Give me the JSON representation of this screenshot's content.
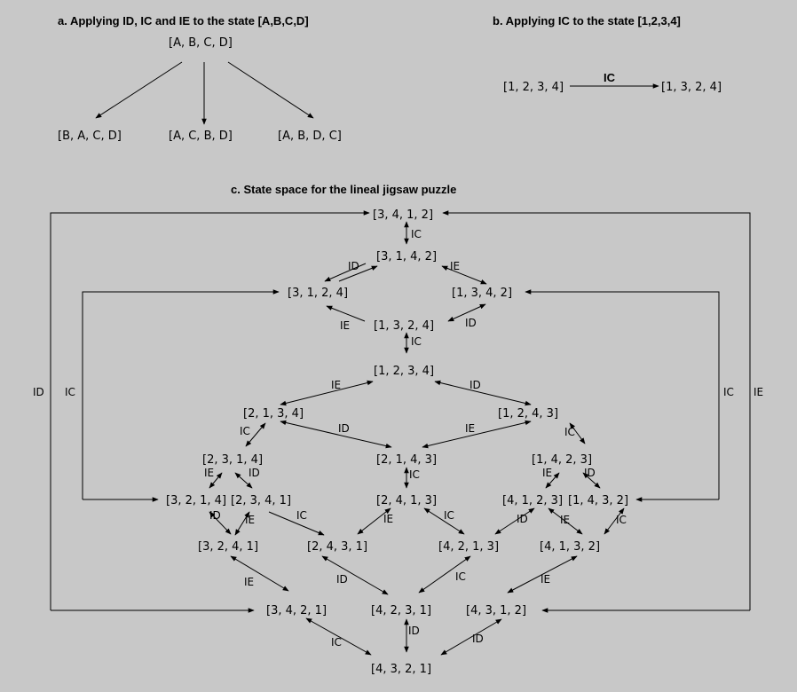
{
  "headings": {
    "a": "a. Applying ID, IC and IE to the state [A,B,C,D]",
    "b": "b. Applying IC to the state [1,2,3,4]",
    "c": "c. State space for the lineal jigsaw puzzle"
  },
  "part_a": {
    "root": "[A, B, C, D]",
    "children": [
      "[B, A, C, D]",
      "[A, C, B, D]",
      "[A, B, D, C]"
    ]
  },
  "part_b": {
    "from": "[1, 2, 3, 4]",
    "operator": "IC",
    "to": "[1, 3, 2, 4]"
  },
  "states": {
    "s3412": "[3, 4, 1, 2]",
    "s3142": "[3, 1, 4, 2]",
    "s3124": "[3, 1, 2, 4]",
    "s1342": "[1, 3, 4, 2]",
    "s1324": "[1, 3, 2, 4]",
    "s1234": "[1, 2, 3, 4]",
    "s2134": "[2, 1, 3, 4]",
    "s1243": "[1, 2, 4, 3]",
    "s2314": "[2, 3, 1, 4]",
    "s2143": "[2, 1, 4, 3]",
    "s1423": "[1, 4, 2, 3]",
    "s3214": "[3, 2, 1, 4]",
    "s2341": "[2, 3, 4, 1]",
    "s2413": "[2, 4, 1, 3]",
    "s4123": "[4, 1, 2, 3]",
    "s1432": "[1, 4, 3, 2]",
    "s3241": "[3, 2, 4, 1]",
    "s2431": "[2, 4, 3, 1]",
    "s4213": "[4, 2, 1, 3]",
    "s4132": "[4, 1, 3, 2]",
    "s3421": "[3, 4, 2, 1]",
    "s4231": "[4, 2, 3, 1]",
    "s4312": "[4, 3, 1, 2]",
    "s4321": "[4, 3, 2, 1]"
  },
  "labels": {
    "l1": "IC",
    "l2": "ID",
    "l3": "IE",
    "l4": "IE",
    "l5": "ID",
    "l6": "IC",
    "l7": "IE",
    "l8": "ID",
    "l9": "IC",
    "l10": "ID",
    "l11": "IE",
    "l12": "IC",
    "l13": "IE",
    "l14": "ID",
    "l15": "IC",
    "l16": "IE",
    "l17": "ID",
    "l18": "ID",
    "l19": "IE",
    "l20": "IC",
    "l21": "IE",
    "l22": "IC",
    "l23": "ID",
    "l24": "IE",
    "l25": "IC",
    "l26": "IE",
    "l27": "ID",
    "l28": "IC",
    "l29": "IE",
    "l30": "IC",
    "l31": "ID",
    "l32": "ID",
    "l33": "IC",
    "l34": "IC",
    "l35": "IE"
  }
}
